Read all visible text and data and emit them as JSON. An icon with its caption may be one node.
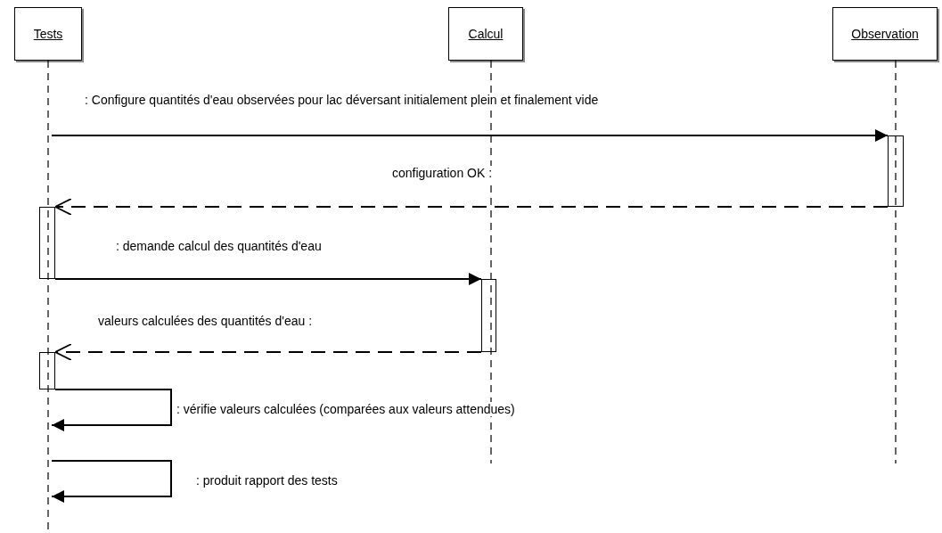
{
  "diagram": {
    "nodes": [
      {
        "text": [
          "Tests"
        ]
      },
      {
        "text": [
          "Calcul"
        ]
      },
      {
        "text": [
          "Observation"
        ]
      },
      {
        "text": [],
        "shape": "bar"
      },
      {
        "text": [],
        "shape": "bar"
      },
      {
        "text": [],
        "shape": "bar"
      },
      {
        "text": [],
        "shape": "bar"
      },
      {
        "text": [],
        "shape": "line"
      },
      {
        "text": [],
        "shape": "line"
      },
      {
        "text": [],
        "shape": "line"
      }
    ],
    "edges": [
      {
        "from": 7,
        "to": 3,
        "arrow": "to",
        "label": ": Configure quantités d'eau observées pour lac déversant initialement plein et finalement vide"
      },
      {
        "from": 3,
        "to": 4,
        "arrow": "to",
        "style": "dashed",
        "label": "configuration OK :"
      },
      {
        "from": 4,
        "to": 5,
        "arrow": "to",
        "label": ": demande calcul des quantités d'eau"
      },
      {
        "from": 5,
        "to": 6,
        "arrow": "to",
        "style": "dashed",
        "label": "valeurs calculées des quantités d'eau :"
      },
      {
        "from": 6,
        "to": 7,
        "arrow": "to",
        "label": ": vérifie valeurs calculées (comparées aux valeurs attendues)"
      },
      {
        "from": 7,
        "to": 7,
        "arrow": "to",
        "label": ": produit rapport des tests"
      }
    ]
  }
}
